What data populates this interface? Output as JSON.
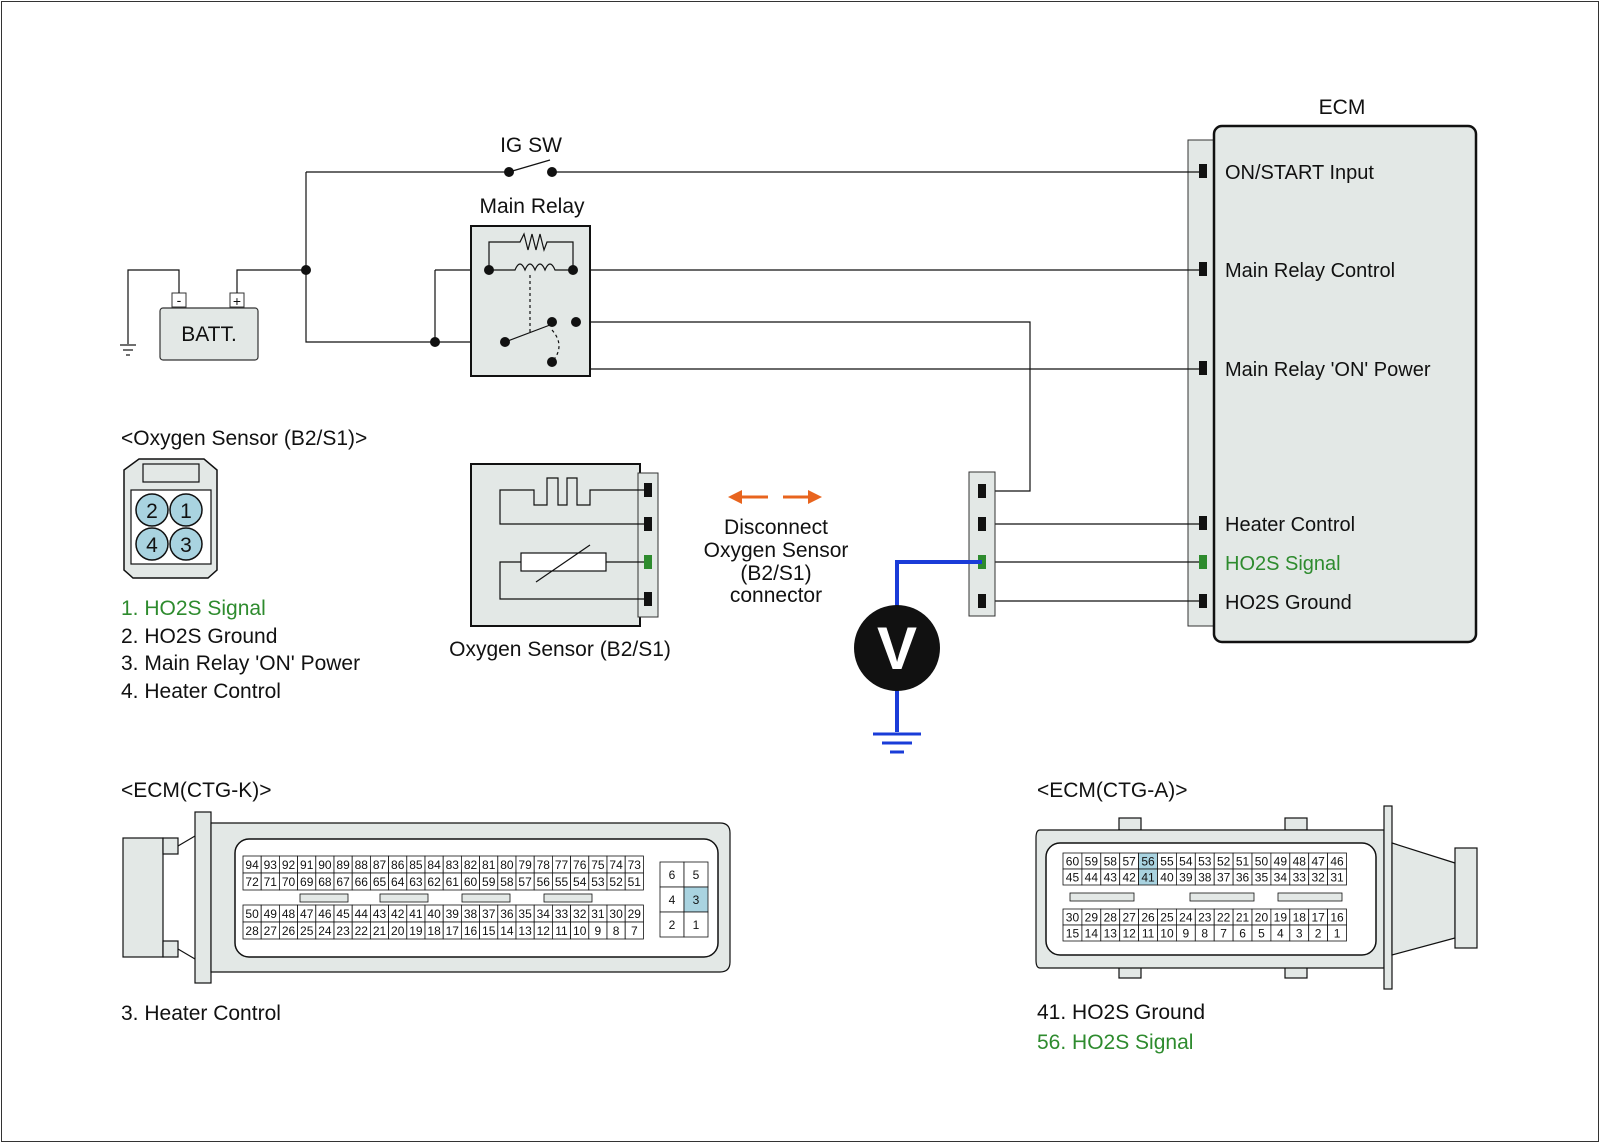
{
  "labels": {
    "ecm_title": "ECM",
    "ig_sw": "IG SW",
    "main_relay": "Main Relay",
    "battery": "BATT.",
    "sensor_connector_title": "<Oxygen Sensor (B2/S1)>",
    "sensor_name": "Oxygen Sensor (B2/S1)",
    "disconnect_line1": "Disconnect",
    "disconnect_line2": "Oxygen Sensor",
    "disconnect_line3": "(B2/S1)",
    "disconnect_line4": "connector",
    "voltmeter": "V",
    "battery_minus": "-",
    "battery_plus": "+",
    "ecm_k_title": "<ECM(CTG-K)>",
    "ecm_a_title": "<ECM(CTG-A)>"
  },
  "ecm_pins": {
    "on_start": "ON/START Input",
    "relay_control": "Main Relay Control",
    "relay_on_power": "Main Relay 'ON' Power",
    "heater_control": "Heater Control",
    "ho2s_signal": "HO2S Signal",
    "ho2s_ground": "HO2S Ground"
  },
  "sensor_connector_pins": [
    "2",
    "1",
    "4",
    "3"
  ],
  "sensor_pin_list": [
    {
      "text": "1. HO2S Signal",
      "highlight": true
    },
    {
      "text": "2. HO2S Ground",
      "highlight": false
    },
    {
      "text": "3. Main Relay 'ON' Power",
      "highlight": false
    },
    {
      "text": "4. Heater Control",
      "highlight": false
    }
  ],
  "ecm_k": {
    "row1": [
      "94",
      "93",
      "92",
      "91",
      "90",
      "89",
      "88",
      "87",
      "86",
      "85",
      "84",
      "83",
      "82",
      "81",
      "80",
      "79",
      "78",
      "77",
      "76",
      "75",
      "74",
      "73"
    ],
    "row2": [
      "72",
      "71",
      "70",
      "69",
      "68",
      "67",
      "66",
      "65",
      "64",
      "63",
      "62",
      "61",
      "60",
      "59",
      "58",
      "57",
      "56",
      "55",
      "54",
      "53",
      "52",
      "51"
    ],
    "row3": [
      "50",
      "49",
      "48",
      "47",
      "46",
      "45",
      "44",
      "43",
      "42",
      "41",
      "40",
      "39",
      "38",
      "37",
      "36",
      "35",
      "34",
      "33",
      "32",
      "31",
      "30",
      "29"
    ],
    "row4": [
      "28",
      "27",
      "26",
      "25",
      "24",
      "23",
      "22",
      "21",
      "20",
      "19",
      "18",
      "17",
      "16",
      "15",
      "14",
      "13",
      "12",
      "11",
      "10",
      "9",
      "8",
      "7"
    ],
    "side": [
      [
        "6",
        "5"
      ],
      [
        "4",
        "3"
      ],
      [
        "2",
        "1"
      ]
    ],
    "highlight": [
      "3"
    ],
    "pin_list": [
      {
        "text": "3. Heater Control",
        "highlight": false
      }
    ]
  },
  "ecm_a": {
    "row1": [
      "60",
      "59",
      "58",
      "57",
      "56",
      "55",
      "54",
      "53",
      "52",
      "51",
      "50",
      "49",
      "48",
      "47",
      "46"
    ],
    "row2": [
      "45",
      "44",
      "43",
      "42",
      "41",
      "40",
      "39",
      "38",
      "37",
      "36",
      "35",
      "34",
      "33",
      "32",
      "31"
    ],
    "row3": [
      "30",
      "29",
      "28",
      "27",
      "26",
      "25",
      "24",
      "23",
      "22",
      "21",
      "20",
      "19",
      "18",
      "17",
      "16"
    ],
    "row4": [
      "15",
      "14",
      "13",
      "12",
      "11",
      "10",
      "9",
      "8",
      "7",
      "6",
      "5",
      "4",
      "3",
      "2",
      "1"
    ],
    "highlight": [
      "56",
      "41"
    ],
    "pin_list": [
      {
        "text": "41. HO2S Ground",
        "highlight": false
      },
      {
        "text": "56. HO2S Signal",
        "highlight": true
      }
    ]
  },
  "colors": {
    "signal_green": "#2e8b2e",
    "probe_wire": "#1a3cd8",
    "arrow_orange": "#e8641e",
    "connector_fill": "#e3e8e6",
    "pin_highlight": "#a9d3e0"
  }
}
